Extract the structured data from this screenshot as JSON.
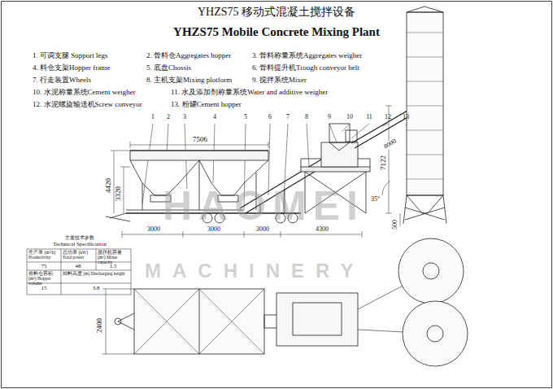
{
  "diagram": {
    "title": "YHZS75 移动式混凝土搅拌设备",
    "labels": [
      "YHZS75 Mobile Concrete Mixing Plant",
      "1. 可调支腿 Support legs",
      "2. 骨料仓Aggregates hopper",
      "3. 骨料称量系统Aggregates weigher",
      "4. 料仓支架Hopper frame",
      "5. 底盘Chossis",
      "6. 骨料提升机Trough conveyor belt",
      "7. 行走装置Wheels",
      "8. 主机支架Mixing plotform",
      "9. 搅拌系统Mixer",
      "10. 水泥称量系统Cement weigher",
      "11. 水及添加剂称量系统Water and additive weigher",
      "12. 水泥螺旋输送机Screw conveyor",
      "13. 粉罐Cement hopper",
      "1",
      "2",
      "3",
      "4",
      "5",
      "6",
      "7",
      "8",
      "9",
      "10",
      "11",
      "12",
      "13",
      "7506",
      "4420",
      "3320",
      "3000",
      "3000",
      "3000",
      "4300",
      "8000",
      "7122",
      "35°",
      "500",
      "2400",
      "HAOMEI",
      "MACHINERY",
      "主要技术参数",
      "Technical Specification",
      "生产率 (m³/h) Productivity",
      "总功率 (kW) Total power",
      "搅拌机容量 (m³) Mixer capacity",
      "75",
      "48",
      "1.5",
      "骨料仓容积 (m³) Hopper volume",
      "卸料高度 (m) Discharging height",
      "15",
      "3.8"
    ]
  }
}
